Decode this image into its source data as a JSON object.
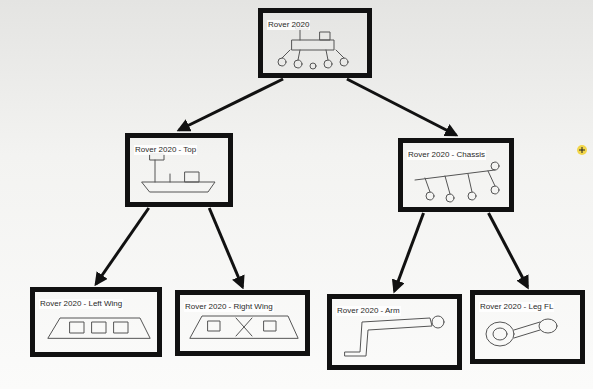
{
  "diagram": {
    "nodes": [
      {
        "text": [
          "Rover 2020"
        ]
      },
      {
        "text": [
          "Rover 2020 - Top"
        ]
      },
      {
        "text": [
          "Rover 2020 - Chassis"
        ]
      },
      {
        "text": [
          "Rover 2020 - Left Wing"
        ]
      },
      {
        "text": [
          "Rover 2020 - Right Wing"
        ]
      },
      {
        "text": [
          "Rover 2020 - Arm"
        ]
      },
      {
        "text": [
          "Rover 2020 - Leg FL"
        ]
      }
    ],
    "edges": [
      {
        "from": 0,
        "to": 1,
        "arrow": "to"
      },
      {
        "from": 0,
        "to": 2,
        "arrow": "to"
      },
      {
        "from": 1,
        "to": 3,
        "arrow": "to"
      },
      {
        "from": 1,
        "to": 4,
        "arrow": "to"
      },
      {
        "from": 2,
        "to": 5,
        "arrow": "to"
      },
      {
        "from": 2,
        "to": 6,
        "arrow": "to"
      }
    ]
  }
}
